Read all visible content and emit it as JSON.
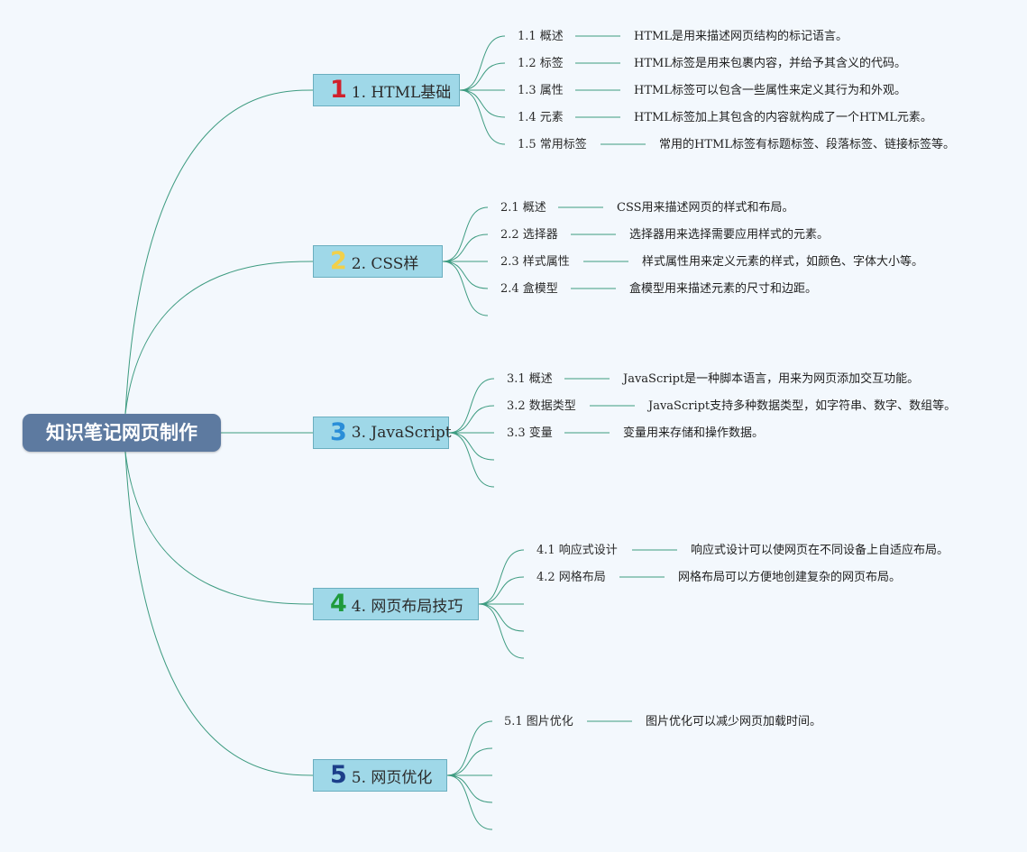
{
  "root": {
    "label": "知识笔记网页制作"
  },
  "topics": [
    {
      "num": "1",
      "num_color": "#d0202c",
      "label": "1. HTML基础",
      "items": [
        {
          "title": "1.1 概述",
          "desc": "HTML是用来描述网页结构的标记语言。"
        },
        {
          "title": "1.2 标签",
          "desc": "HTML标签是用来包裹内容，并给予其含义的代码。"
        },
        {
          "title": "1.3 属性",
          "desc": "HTML标签可以包含一些属性来定义其行为和外观。"
        },
        {
          "title": "1.4 元素",
          "desc": "HTML标签加上其包含的内容就构成了一个HTML元素。"
        },
        {
          "title": "1.5 常用标签",
          "desc": "常用的HTML标签有标题标签、段落标签、链接标签等。"
        }
      ]
    },
    {
      "num": "2",
      "num_color": "#f2d04a",
      "label": "2. CSS样",
      "items": [
        {
          "title": "2.1 概述",
          "desc": "CSS用来描述网页的样式和布局。"
        },
        {
          "title": "2.2 选择器",
          "desc": "选择器用来选择需要应用样式的元素。"
        },
        {
          "title": "2.3 样式属性",
          "desc": "样式属性用来定义元素的样式，如颜色、字体大小等。"
        },
        {
          "title": "2.4 盒模型",
          "desc": "盒模型用来描述元素的尺寸和边距。"
        }
      ]
    },
    {
      "num": "3",
      "num_color": "#2a8ed8",
      "label": "3. JavaScript",
      "items": [
        {
          "title": "3.1 概述",
          "desc": "JavaScript是一种脚本语言，用来为网页添加交互功能。"
        },
        {
          "title": "3.2 数据类型",
          "desc": "JavaScript支持多种数据类型，如字符串、数字、数组等。"
        },
        {
          "title": "3.3 变量",
          "desc": "变量用来存储和操作数据。"
        }
      ]
    },
    {
      "num": "4",
      "num_color": "#1f9a3c",
      "label": "4. 网页布局技巧",
      "items": [
        {
          "title": "4.1 响应式设计",
          "desc": "响应式设计可以使网页在不同设备上自适应布局。"
        },
        {
          "title": "4.2 网格布局",
          "desc": "网格布局可以方便地创建复杂的网页布局。"
        }
      ]
    },
    {
      "num": "5",
      "num_color": "#1c3f8a",
      "label": "5. 网页优化",
      "items": [
        {
          "title": "5.1 图片优化",
          "desc": "图片优化可以减少网页加载时间。"
        }
      ]
    }
  ]
}
